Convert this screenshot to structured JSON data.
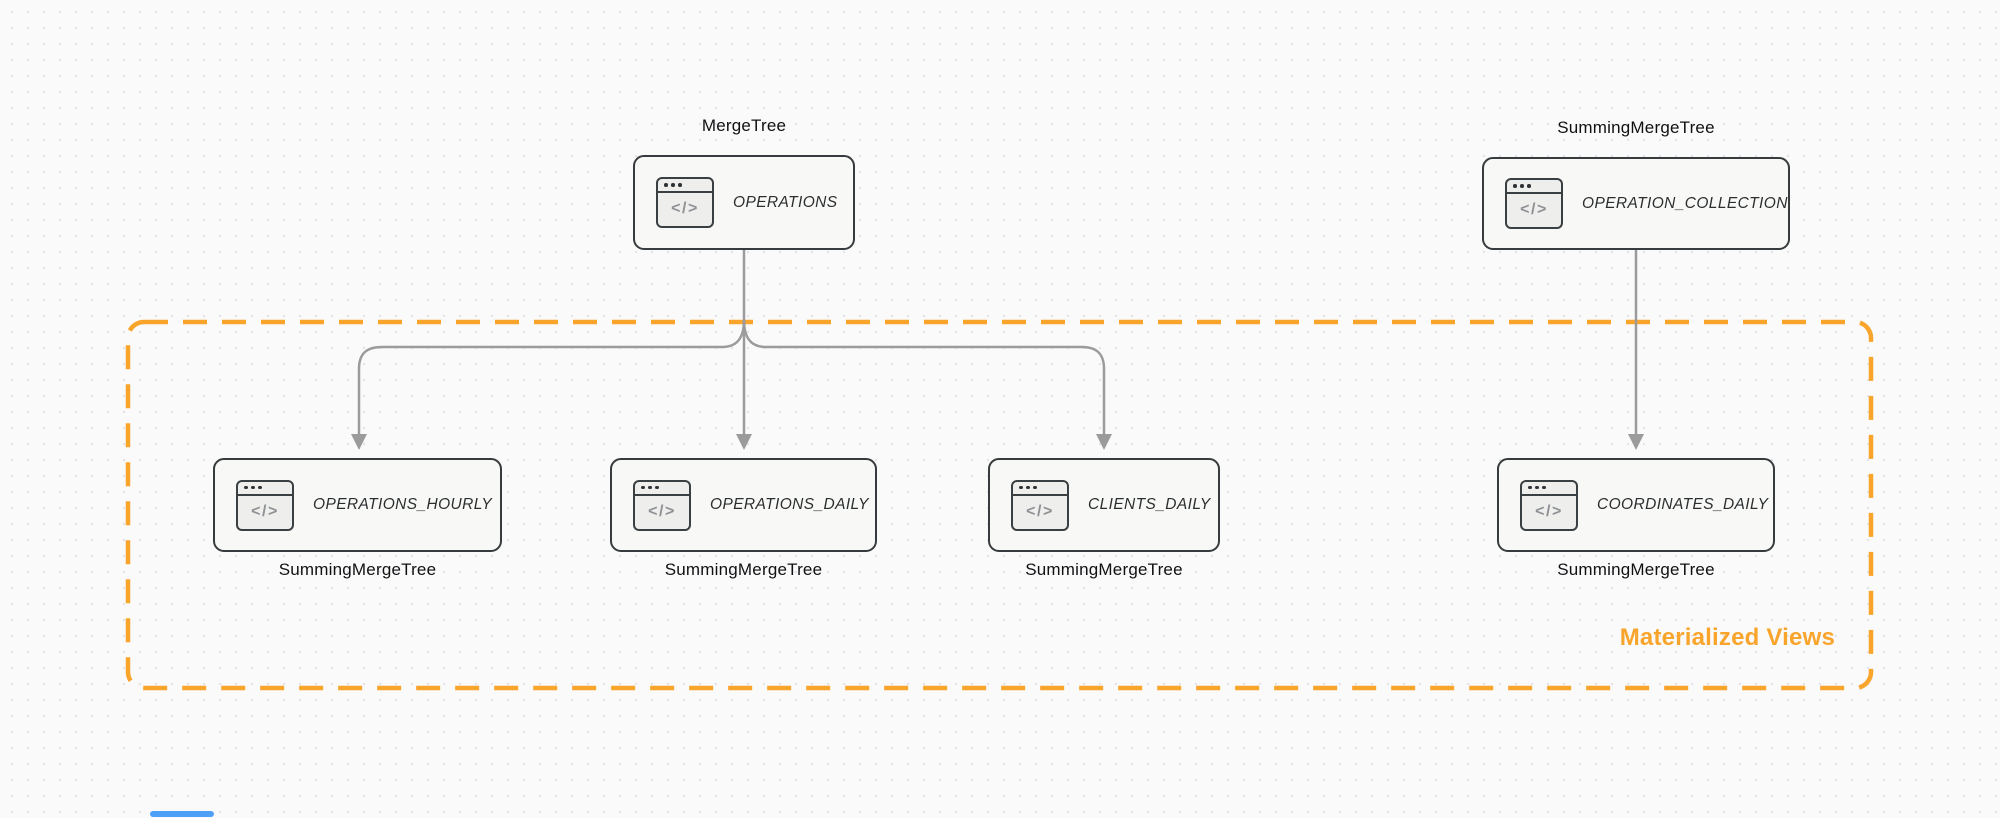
{
  "diagram": {
    "icon_glyph": "</>",
    "nodes": [
      {
        "label": "OPERATIONS",
        "engine": "MergeTree"
      },
      {
        "label": "OPERATION_COLLECTION",
        "engine": "SummingMergeTree"
      },
      {
        "label": "OPERATIONS_HOURLY",
        "engine": "SummingMergeTree"
      },
      {
        "label": "OPERATIONS_DAILY",
        "engine": "SummingMergeTree"
      },
      {
        "label": "CLIENTS_DAILY",
        "engine": "SummingMergeTree"
      },
      {
        "label": "COORDINATES_DAILY",
        "engine": "SummingMergeTree"
      }
    ],
    "edges": [
      {
        "from": "OPERATIONS",
        "to": "OPERATIONS_HOURLY"
      },
      {
        "from": "OPERATIONS",
        "to": "OPERATIONS_DAILY"
      },
      {
        "from": "OPERATIONS",
        "to": "CLIENTS_DAILY"
      },
      {
        "from": "OPERATION_COLLECTION",
        "to": "COORDINATES_DAILY"
      }
    ],
    "group_label": "Materialized Views",
    "colors": {
      "accent_orange": "#f9a42b",
      "edge_gray": "#9b9b9b",
      "node_border": "#373b3e",
      "node_fill": "#f8f9f6",
      "scrollbar_blue": "#4e9ff5"
    }
  }
}
